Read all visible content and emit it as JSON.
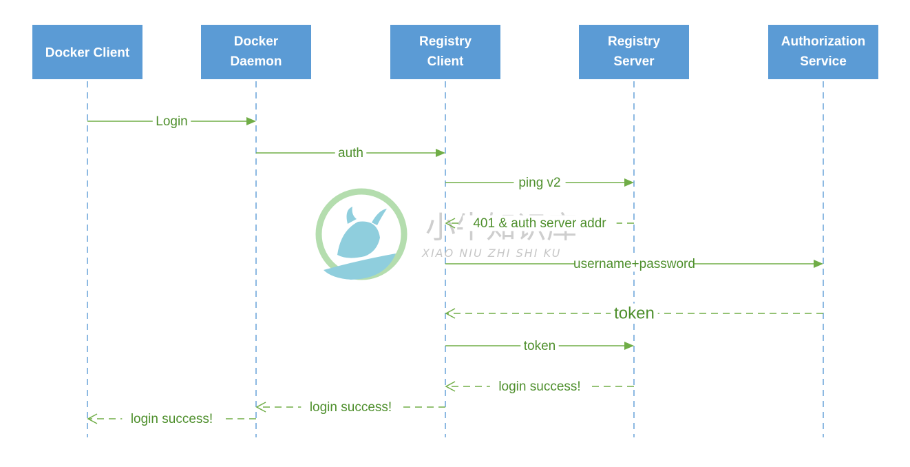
{
  "colors": {
    "actor": "#5b9bd5",
    "message": "#70ad47",
    "label": "#4e8f2c"
  },
  "actors": [
    {
      "id": "docker-client",
      "lines": [
        "Docker Client"
      ]
    },
    {
      "id": "docker-daemon",
      "lines": [
        "Docker",
        "Daemon"
      ]
    },
    {
      "id": "registry-client",
      "lines": [
        "Registry",
        "Client"
      ]
    },
    {
      "id": "registry-server",
      "lines": [
        "Registry",
        "Server"
      ]
    },
    {
      "id": "authorization-service",
      "lines": [
        "Authorization",
        "Service"
      ]
    }
  ],
  "messages": [
    {
      "from": 0,
      "to": 1,
      "label": "Login",
      "style": "solid"
    },
    {
      "from": 1,
      "to": 2,
      "label": "auth",
      "style": "solid"
    },
    {
      "from": 2,
      "to": 3,
      "label": "ping v2",
      "style": "solid"
    },
    {
      "from": 3,
      "to": 2,
      "label": "401 & auth server addr",
      "style": "dashed"
    },
    {
      "from": 2,
      "to": 4,
      "label": "username+password",
      "style": "solid"
    },
    {
      "from": 4,
      "to": 2,
      "label": "token",
      "style": "dashed",
      "emphasis": "large"
    },
    {
      "from": 2,
      "to": 3,
      "label": "token",
      "style": "solid"
    },
    {
      "from": 3,
      "to": 2,
      "label": "login success!",
      "style": "dashed"
    },
    {
      "from": 2,
      "to": 1,
      "label": "login success!",
      "style": "dashed"
    },
    {
      "from": 1,
      "to": 0,
      "label": "login success!",
      "style": "dashed"
    }
  ],
  "watermark": {
    "cn": "小牛知识库",
    "en": "XIAO NIU ZHI SHI KU"
  }
}
